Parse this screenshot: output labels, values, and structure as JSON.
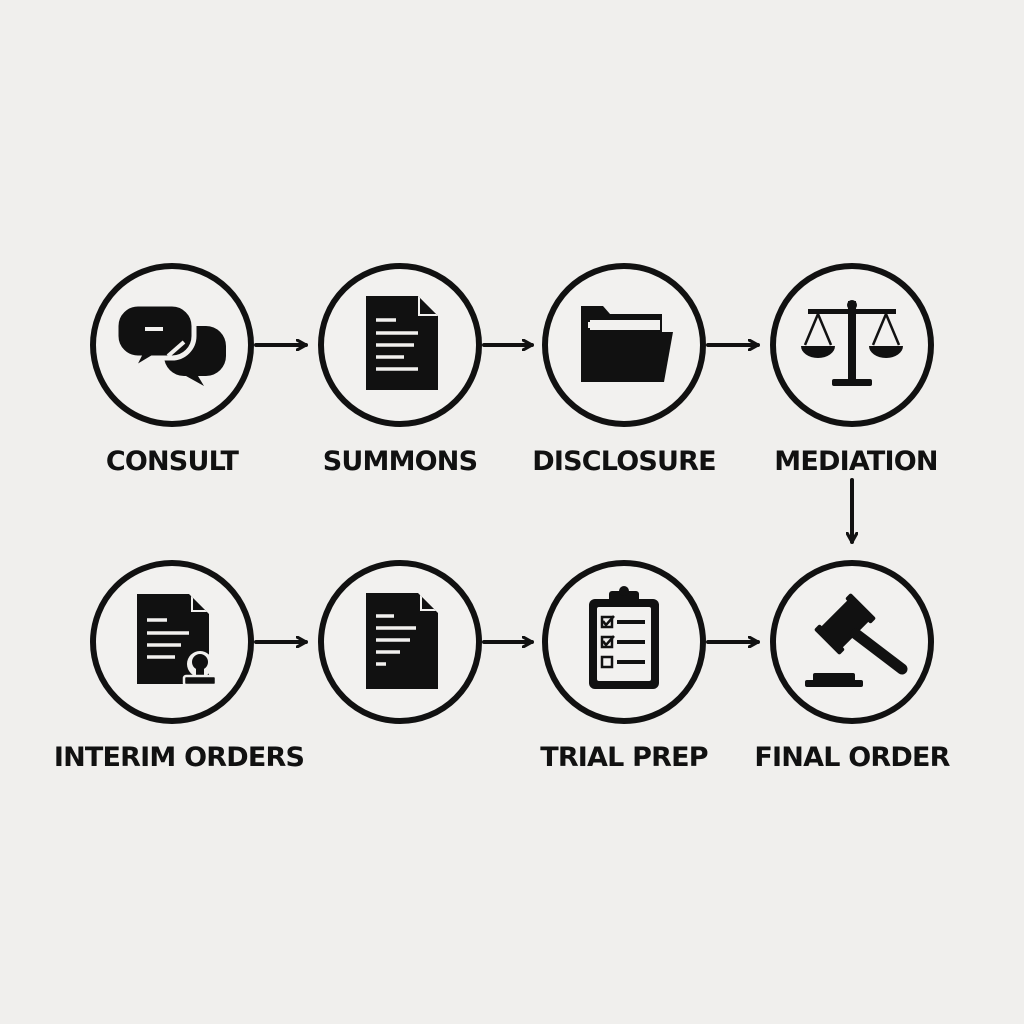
{
  "diagram": {
    "steps": [
      {
        "label": "CONSULT",
        "icon": "chat-bubbles-icon"
      },
      {
        "label": "SUMMONS",
        "icon": "document-icon"
      },
      {
        "label": "DISCLOSURE",
        "icon": "folder-icon"
      },
      {
        "label": "MEDIATION",
        "icon": "scales-icon"
      },
      {
        "label": "INTERIM ORDERS",
        "icon": "document-stamp-icon"
      },
      {
        "label": "",
        "icon": "document-icon"
      },
      {
        "label": "TRIAL PREP",
        "icon": "clipboard-checklist-icon"
      },
      {
        "label": "FINAL ORDER",
        "icon": "gavel-icon"
      }
    ],
    "colors": {
      "background": "#f0efed",
      "ink": "#111111",
      "circle_fill": "#f2f1ef"
    }
  }
}
